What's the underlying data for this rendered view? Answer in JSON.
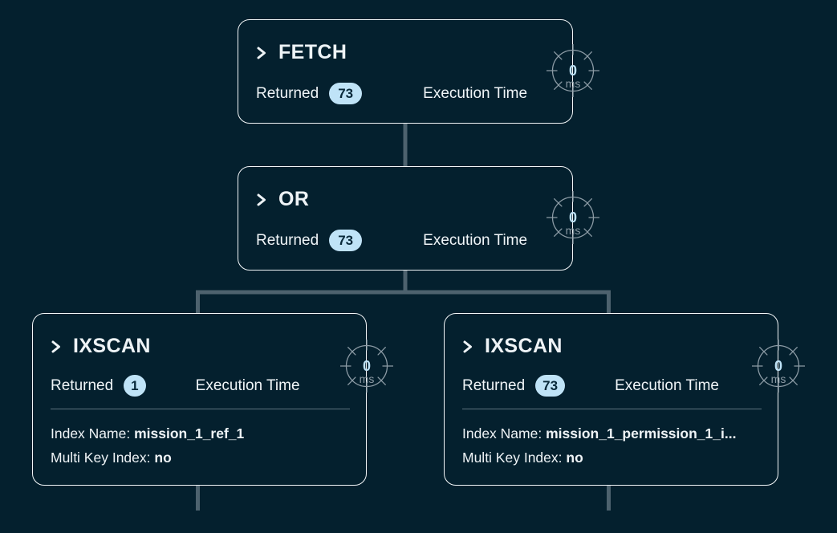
{
  "theme": {
    "background": "#04202e",
    "card_border": "#f2f6f8",
    "connector": "#4d626e",
    "badge_bg": "#bfe3f7",
    "badge_text": "#08293a",
    "accent_text": "#bfe3f7",
    "muted_text": "#8c9ba5",
    "divider": "#7b8f99"
  },
  "diagram": {
    "type": "query-execution-plan-tree",
    "nodes": [
      {
        "id": "fetch",
        "stage": "FETCH",
        "expand_icon": "chevron-right-icon",
        "returned_label": "Returned",
        "returned_value": "73",
        "execution_time_label": "Execution Time",
        "execution_time_value": "0",
        "execution_time_unit": "ms"
      },
      {
        "id": "or",
        "stage": "OR",
        "expand_icon": "chevron-right-icon",
        "returned_label": "Returned",
        "returned_value": "73",
        "execution_time_label": "Execution Time",
        "execution_time_value": "0",
        "execution_time_unit": "ms"
      },
      {
        "id": "ixscan_left",
        "stage": "IXSCAN",
        "expand_icon": "chevron-right-icon",
        "returned_label": "Returned",
        "returned_value": "1",
        "execution_time_label": "Execution Time",
        "execution_time_value": "0",
        "execution_time_unit": "ms",
        "details": [
          {
            "label": "Index Name:",
            "value": "mission_1_ref_1"
          },
          {
            "label": "Multi Key Index:",
            "value": "no"
          }
        ]
      },
      {
        "id": "ixscan_right",
        "stage": "IXSCAN",
        "expand_icon": "chevron-right-icon",
        "returned_label": "Returned",
        "returned_value": "73",
        "execution_time_label": "Execution Time",
        "execution_time_value": "0",
        "execution_time_unit": "ms",
        "details": [
          {
            "label": "Index Name:",
            "value": "mission_1_permission_1_i..."
          },
          {
            "label": "Multi Key Index:",
            "value": "no"
          }
        ]
      }
    ],
    "edges": [
      {
        "from": "fetch",
        "to": "or"
      },
      {
        "from": "or",
        "to": "ixscan_left"
      },
      {
        "from": "or",
        "to": "ixscan_right"
      },
      {
        "from": "ixscan_left",
        "to": "below"
      },
      {
        "from": "ixscan_right",
        "to": "below"
      }
    ]
  }
}
